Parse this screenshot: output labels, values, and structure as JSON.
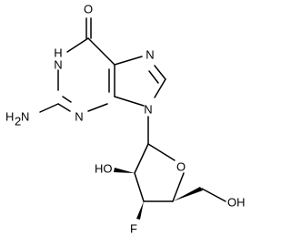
{
  "molecule": {
    "atoms": {
      "carbonyl_o": "O",
      "n1h": "H",
      "n1": "N",
      "n7": "N",
      "nh2_h": "H",
      "nh2_sub2": "2",
      "nh2_n": "N",
      "n3": "N",
      "n9": "N",
      "ho_2prime": "HO",
      "ring_o": "O",
      "oh_5prime": "OH",
      "f_3prime": "F"
    }
  }
}
